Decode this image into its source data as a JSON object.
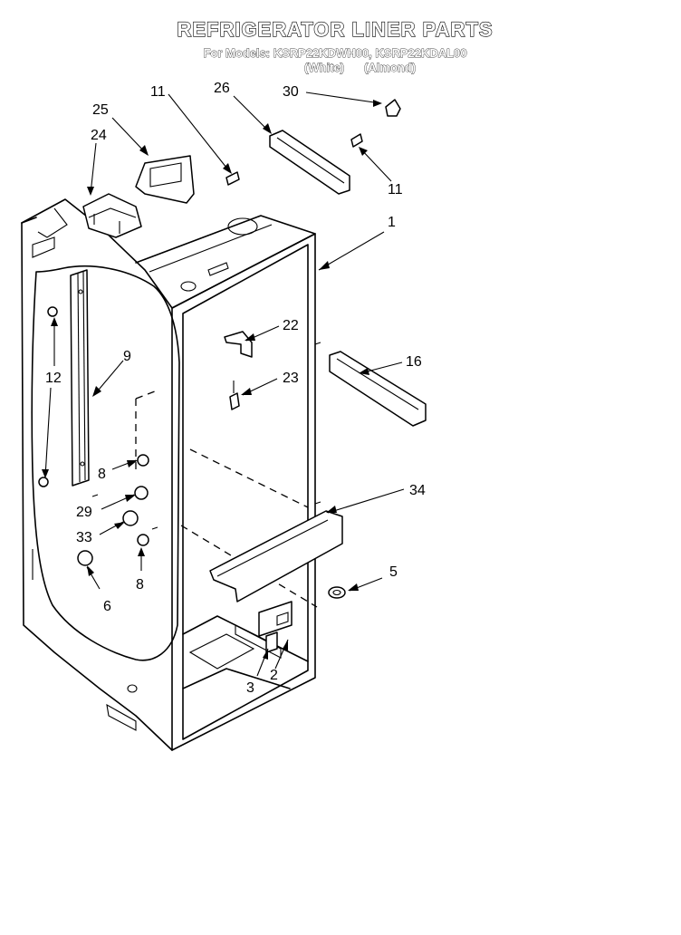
{
  "header": {
    "title": "REFRIGERATOR LINER PARTS",
    "models_line": "For Models: KSRP22KDWH00, KSRP22KDAL00",
    "color_white": "(White)",
    "color_almond": "(Almond)"
  },
  "callouts": {
    "c1": "1",
    "c2": "2",
    "c3": "3",
    "c5": "5",
    "c6": "6",
    "c8a": "8",
    "c8b": "8",
    "c9": "9",
    "c11a": "11",
    "c11b": "11",
    "c12": "12",
    "c16": "16",
    "c22": "22",
    "c23": "23",
    "c24": "24",
    "c25": "25",
    "c26": "26",
    "c29": "29",
    "c30": "30",
    "c33": "33",
    "c34": "34"
  }
}
